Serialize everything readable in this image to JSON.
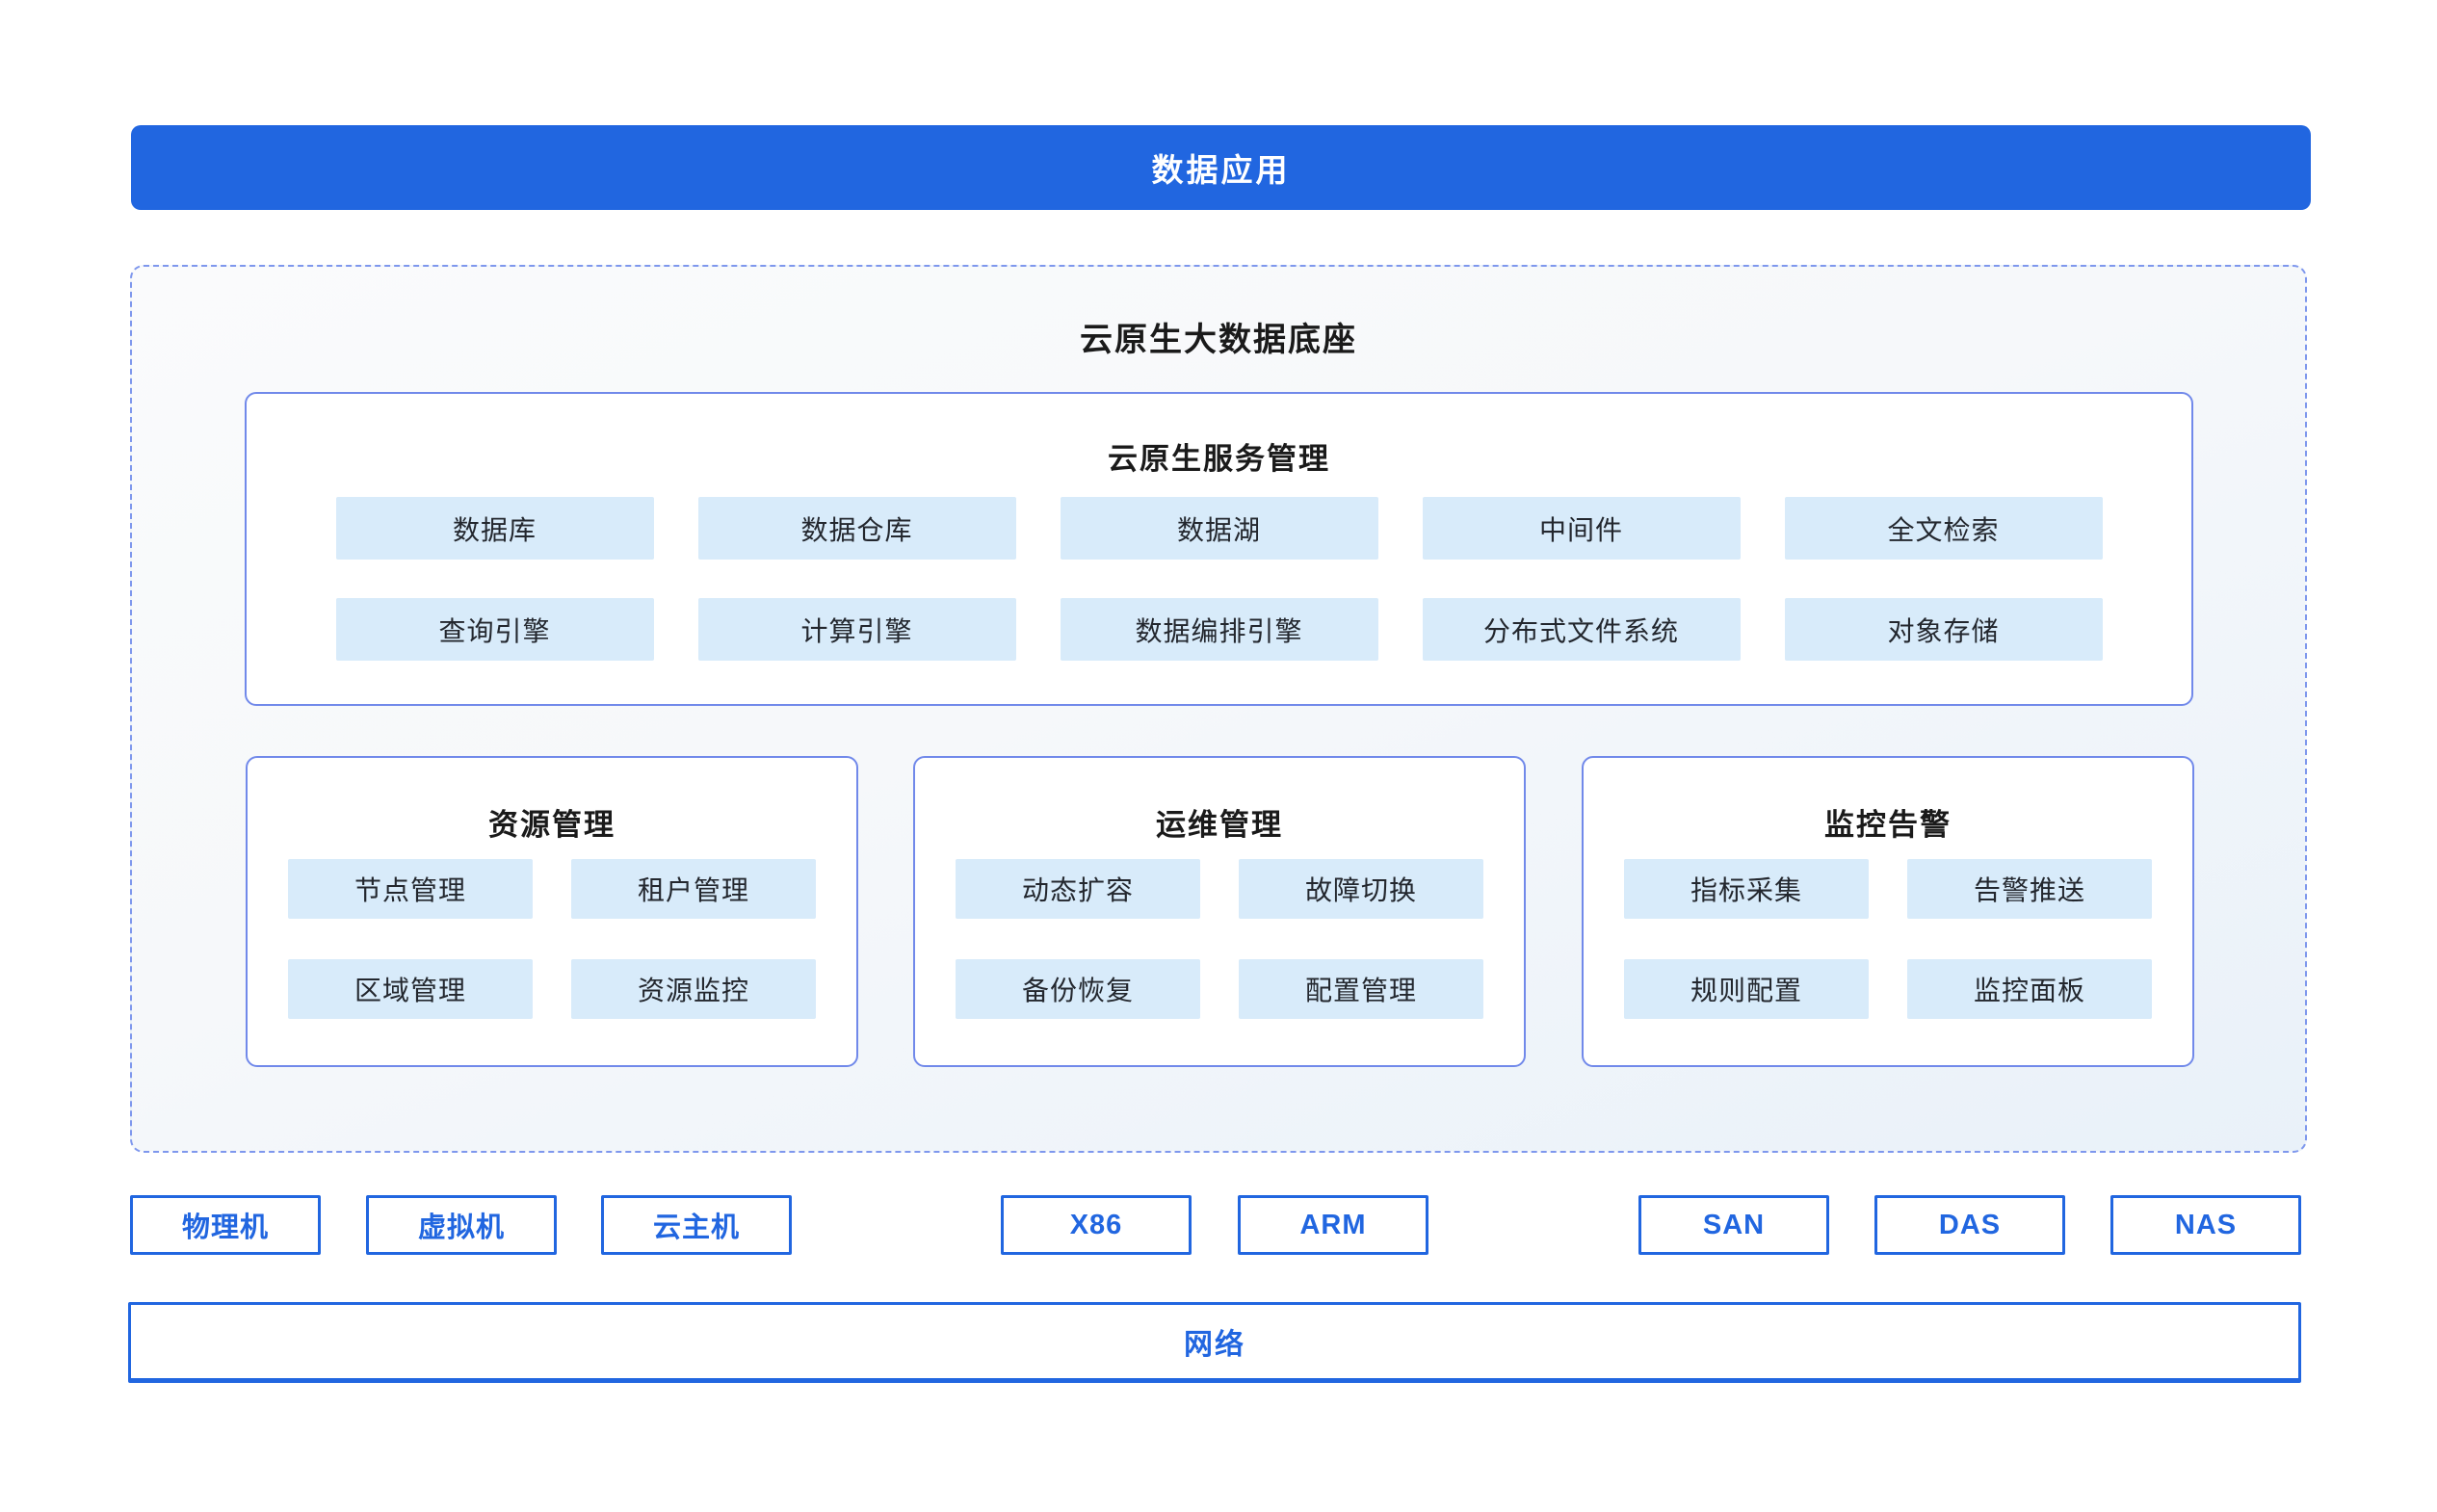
{
  "colors": {
    "accent_blue": "#2166E0",
    "chip_background": "#D8EBFA",
    "solid_box_border": "#7189EA",
    "dashed_border": "#7E97ED",
    "dark_text": "#1A1A1A"
  },
  "top_bar": {
    "label": "数据应用"
  },
  "base": {
    "title": "云原生大数据底座",
    "service": {
      "title": "云原生服务管理",
      "row1": [
        "数据库",
        "数据仓库",
        "数据湖",
        "中间件",
        "全文检索"
      ],
      "row2": [
        "查询引擎",
        "计算引擎",
        "数据编排引擎",
        "分布式文件系统",
        "对象存储"
      ]
    },
    "sections": [
      {
        "title": "资源管理",
        "items": [
          "节点管理",
          "租户管理",
          "区域管理",
          "资源监控"
        ]
      },
      {
        "title": "运维管理",
        "items": [
          "动态扩容",
          "故障切换",
          "备份恢复",
          "配置管理"
        ]
      },
      {
        "title": "监控告警",
        "items": [
          "指标采集",
          "告警推送",
          "规则配置",
          "监控面板"
        ]
      }
    ]
  },
  "infrastructure": {
    "compute": [
      "物理机",
      "虚拟机",
      "云主机"
    ],
    "cpu": [
      "X86",
      "ARM"
    ],
    "storage": [
      "SAN",
      "DAS",
      "NAS"
    ]
  },
  "network": {
    "label": "网络"
  }
}
